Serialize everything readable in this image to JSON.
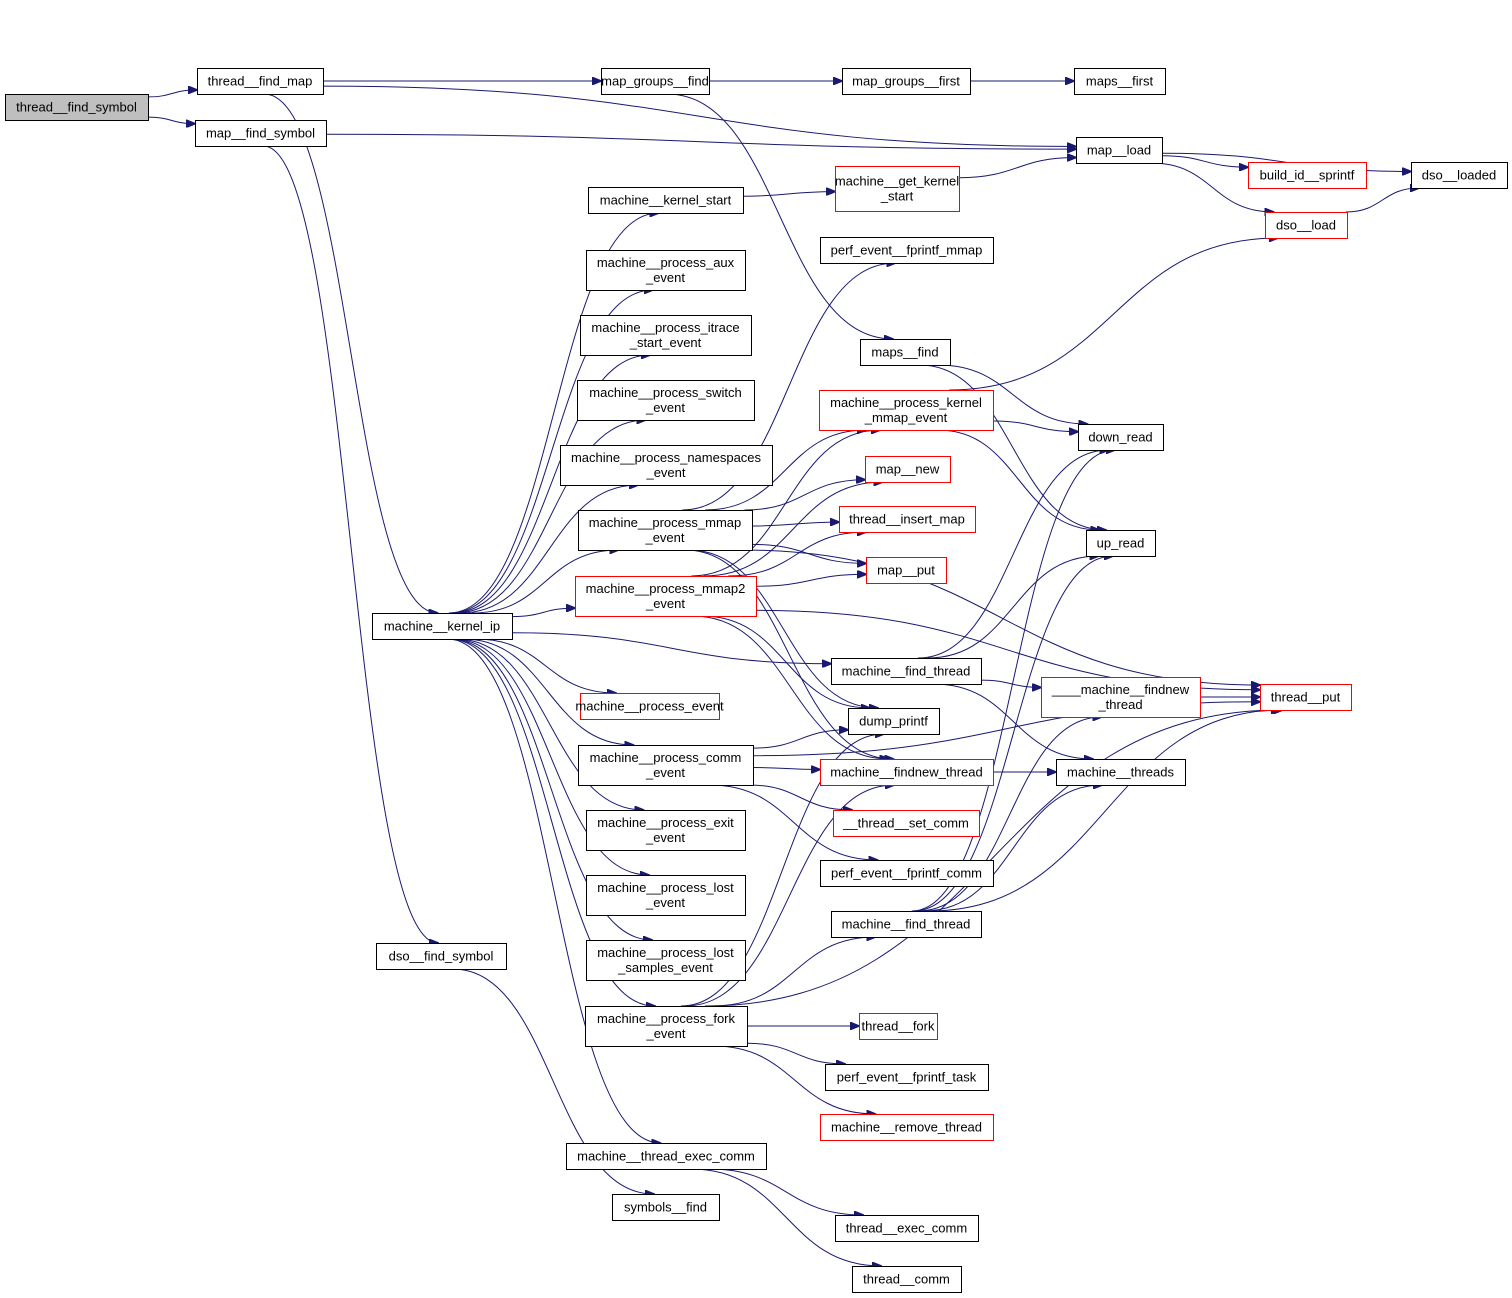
{
  "graph": {
    "title": "Call graph of thread__find_symbol",
    "colors": {
      "edge": "#191970",
      "default_border": "#000000",
      "undocumented_border": "#ff0000",
      "root_fill": "#bfbfbf"
    },
    "nodes": [
      {
        "id": "thread__find_symbol",
        "lines": [
          "thread__find_symbol"
        ],
        "style": "root"
      },
      {
        "id": "thread__find_map",
        "lines": [
          "thread__find_map"
        ],
        "style": "normal"
      },
      {
        "id": "map__find_symbol",
        "lines": [
          "map__find_symbol"
        ],
        "style": "normal"
      },
      {
        "id": "map_groups__find",
        "lines": [
          "map_groups__find"
        ],
        "style": "normal"
      },
      {
        "id": "map_groups__first",
        "lines": [
          "map_groups__first"
        ],
        "style": "normal"
      },
      {
        "id": "maps__first",
        "lines": [
          "maps__first"
        ],
        "style": "normal"
      },
      {
        "id": "map__load",
        "lines": [
          "map__load"
        ],
        "style": "normal"
      },
      {
        "id": "dso__loaded",
        "lines": [
          "dso__loaded"
        ],
        "style": "normal"
      },
      {
        "id": "build_id__sprintf",
        "lines": [
          "build_id__sprintf"
        ],
        "style": "red"
      },
      {
        "id": "dso__load",
        "lines": [
          "dso__load"
        ],
        "style": "red"
      },
      {
        "id": "machine__kernel_start",
        "lines": [
          "machine__kernel_start"
        ],
        "style": "normal"
      },
      {
        "id": "machine__get_kernel_start",
        "lines": [
          "machine__get_kernel",
          "_start"
        ],
        "style": "red"
      },
      {
        "id": "perf_event__fprintf_mmap",
        "lines": [
          "perf_event__fprintf_mmap"
        ],
        "style": "normal"
      },
      {
        "id": "machine__process_aux_event",
        "lines": [
          "machine__process_aux",
          "_event"
        ],
        "style": "normal"
      },
      {
        "id": "machine__process_itrace_start_event",
        "lines": [
          "machine__process_itrace",
          "_start_event"
        ],
        "style": "normal"
      },
      {
        "id": "maps__find",
        "lines": [
          "maps__find"
        ],
        "style": "normal"
      },
      {
        "id": "machine__process_switch_event",
        "lines": [
          "machine__process_switch",
          "_event"
        ],
        "style": "normal"
      },
      {
        "id": "machine__process_kernel_mmap_event",
        "lines": [
          "machine__process_kernel",
          "_mmap_event"
        ],
        "style": "red"
      },
      {
        "id": "down_read",
        "lines": [
          "down_read"
        ],
        "style": "normal"
      },
      {
        "id": "machine__process_namespaces_event",
        "lines": [
          "machine__process_namespaces",
          "_event"
        ],
        "style": "normal"
      },
      {
        "id": "map__new",
        "lines": [
          "map__new"
        ],
        "style": "red"
      },
      {
        "id": "machine__process_mmap_event",
        "lines": [
          "machine__process_mmap",
          "_event"
        ],
        "style": "normal"
      },
      {
        "id": "thread__insert_map",
        "lines": [
          "thread__insert_map"
        ],
        "style": "red"
      },
      {
        "id": "up_read",
        "lines": [
          "up_read"
        ],
        "style": "normal"
      },
      {
        "id": "map__put",
        "lines": [
          "map__put"
        ],
        "style": "red"
      },
      {
        "id": "machine__process_mmap2_event",
        "lines": [
          "machine__process_mmap2",
          "_event"
        ],
        "style": "red"
      },
      {
        "id": "machine__kernel_ip",
        "lines": [
          "machine__kernel_ip"
        ],
        "style": "normal"
      },
      {
        "id": "machine__find_thread_a",
        "lines": [
          "machine__find_thread"
        ],
        "style": "normal"
      },
      {
        "id": "____machine__findnew_thread",
        "lines": [
          "____machine__findnew",
          "_thread"
        ],
        "style": "red"
      },
      {
        "id": "thread__put",
        "lines": [
          "thread__put"
        ],
        "style": "red"
      },
      {
        "id": "machine__process_event",
        "lines": [
          "machine__process_event"
        ],
        "style": "red"
      },
      {
        "id": "dump_printf",
        "lines": [
          "dump_printf"
        ],
        "style": "normal"
      },
      {
        "id": "machine__process_comm_event",
        "lines": [
          "machine__process_comm",
          "_event"
        ],
        "style": "normal"
      },
      {
        "id": "machine__findnew_thread",
        "lines": [
          "machine__findnew_thread"
        ],
        "style": "red"
      },
      {
        "id": "machine__threads",
        "lines": [
          "machine__threads"
        ],
        "style": "normal"
      },
      {
        "id": "machine__process_exit_event",
        "lines": [
          "machine__process_exit",
          "_event"
        ],
        "style": "normal"
      },
      {
        "id": "__thread__set_comm",
        "lines": [
          "__thread__set_comm"
        ],
        "style": "red"
      },
      {
        "id": "perf_event__fprintf_comm",
        "lines": [
          "perf_event__fprintf_comm"
        ],
        "style": "normal"
      },
      {
        "id": "machine__process_lost_event",
        "lines": [
          "machine__process_lost",
          "_event"
        ],
        "style": "normal"
      },
      {
        "id": "machine__find_thread_b",
        "lines": [
          "machine__find_thread"
        ],
        "style": "normal"
      },
      {
        "id": "dso__find_symbol",
        "lines": [
          "dso__find_symbol"
        ],
        "style": "normal"
      },
      {
        "id": "machine__process_lost_samples_event",
        "lines": [
          "machine__process_lost",
          "_samples_event"
        ],
        "style": "normal"
      },
      {
        "id": "machine__process_fork_event",
        "lines": [
          "machine__process_fork",
          "_event"
        ],
        "style": "normal"
      },
      {
        "id": "thread__fork",
        "lines": [
          "thread__fork"
        ],
        "style": "red"
      },
      {
        "id": "perf_event__fprintf_task",
        "lines": [
          "perf_event__fprintf_task"
        ],
        "style": "normal"
      },
      {
        "id": "machine__remove_thread",
        "lines": [
          "machine__remove_thread"
        ],
        "style": "red"
      },
      {
        "id": "machine__thread_exec_comm",
        "lines": [
          "machine__thread_exec_comm"
        ],
        "style": "normal"
      },
      {
        "id": "symbols__find",
        "lines": [
          "symbols__find"
        ],
        "style": "normal"
      },
      {
        "id": "thread__exec_comm",
        "lines": [
          "thread__exec_comm"
        ],
        "style": "normal"
      },
      {
        "id": "thread__comm",
        "lines": [
          "thread__comm"
        ],
        "style": "normal"
      }
    ],
    "edges": [
      [
        "thread__find_symbol",
        "thread__find_map"
      ],
      [
        "thread__find_symbol",
        "map__find_symbol"
      ],
      [
        "thread__find_map",
        "map_groups__find"
      ],
      [
        "thread__find_map",
        "map__load"
      ],
      [
        "thread__find_map",
        "machine__kernel_ip"
      ],
      [
        "map__find_symbol",
        "map__load"
      ],
      [
        "map__find_symbol",
        "dso__find_symbol"
      ],
      [
        "map_groups__find",
        "map_groups__first"
      ],
      [
        "map_groups__find",
        "maps__find"
      ],
      [
        "map_groups__first",
        "maps__first"
      ],
      [
        "map__load",
        "dso__loaded"
      ],
      [
        "map__load",
        "build_id__sprintf"
      ],
      [
        "map__load",
        "dso__load"
      ],
      [
        "dso__load",
        "dso__loaded"
      ],
      [
        "machine__kernel_start",
        "machine__get_kernel_start"
      ],
      [
        "machine__get_kernel_start",
        "map__load"
      ],
      [
        "maps__find",
        "down_read"
      ],
      [
        "maps__find",
        "up_read"
      ],
      [
        "machine__process_kernel_mmap_event",
        "dso__load"
      ],
      [
        "machine__process_kernel_mmap_event",
        "down_read"
      ],
      [
        "machine__process_kernel_mmap_event",
        "up_read"
      ],
      [
        "machine__process_mmap_event",
        "perf_event__fprintf_mmap"
      ],
      [
        "machine__process_mmap_event",
        "machine__process_kernel_mmap_event"
      ],
      [
        "machine__process_mmap_event",
        "map__new"
      ],
      [
        "machine__process_mmap_event",
        "thread__insert_map"
      ],
      [
        "machine__process_mmap_event",
        "map__put"
      ],
      [
        "machine__process_mmap_event",
        "thread__put"
      ],
      [
        "machine__process_mmap_event",
        "dump_printf"
      ],
      [
        "machine__process_mmap_event",
        "machine__findnew_thread"
      ],
      [
        "machine__process_mmap2_event",
        "machine__process_kernel_mmap_event"
      ],
      [
        "machine__process_mmap2_event",
        "map__new"
      ],
      [
        "machine__process_mmap2_event",
        "thread__insert_map"
      ],
      [
        "machine__process_mmap2_event",
        "map__put"
      ],
      [
        "machine__process_mmap2_event",
        "thread__put"
      ],
      [
        "machine__process_mmap2_event",
        "dump_printf"
      ],
      [
        "machine__process_mmap2_event",
        "machine__findnew_thread"
      ],
      [
        "machine__kernel_ip",
        "machine__kernel_start"
      ],
      [
        "machine__kernel_ip",
        "machine__process_aux_event"
      ],
      [
        "machine__kernel_ip",
        "machine__process_itrace_start_event"
      ],
      [
        "machine__kernel_ip",
        "machine__process_switch_event"
      ],
      [
        "machine__kernel_ip",
        "machine__process_namespaces_event"
      ],
      [
        "machine__kernel_ip",
        "machine__process_mmap_event"
      ],
      [
        "machine__kernel_ip",
        "machine__process_mmap2_event"
      ],
      [
        "machine__kernel_ip",
        "machine__find_thread_a"
      ],
      [
        "machine__kernel_ip",
        "machine__process_event"
      ],
      [
        "machine__kernel_ip",
        "machine__process_comm_event"
      ],
      [
        "machine__kernel_ip",
        "machine__process_exit_event"
      ],
      [
        "machine__kernel_ip",
        "machine__process_lost_event"
      ],
      [
        "machine__kernel_ip",
        "machine__process_lost_samples_event"
      ],
      [
        "machine__kernel_ip",
        "machine__process_fork_event"
      ],
      [
        "machine__kernel_ip",
        "machine__thread_exec_comm"
      ],
      [
        "machine__find_thread_a",
        "down_read"
      ],
      [
        "machine__find_thread_a",
        "up_read"
      ],
      [
        "machine__find_thread_a",
        "____machine__findnew_thread"
      ],
      [
        "machine__find_thread_a",
        "machine__threads"
      ],
      [
        "____machine__findnew_thread",
        "thread__put"
      ],
      [
        "machine__process_comm_event",
        "dump_printf"
      ],
      [
        "machine__process_comm_event",
        "machine__findnew_thread"
      ],
      [
        "machine__process_comm_event",
        "__thread__set_comm"
      ],
      [
        "machine__process_comm_event",
        "perf_event__fprintf_comm"
      ],
      [
        "machine__process_comm_event",
        "thread__put"
      ],
      [
        "machine__findnew_thread",
        "machine__threads"
      ],
      [
        "machine__find_thread_b",
        "down_read"
      ],
      [
        "machine__find_thread_b",
        "up_read"
      ],
      [
        "machine__find_thread_b",
        "____machine__findnew_thread"
      ],
      [
        "machine__find_thread_b",
        "machine__threads"
      ],
      [
        "machine__find_thread_b",
        "thread__put"
      ],
      [
        "machine__process_fork_event",
        "machine__find_thread_b"
      ],
      [
        "machine__process_fork_event",
        "dump_printf"
      ],
      [
        "machine__process_fork_event",
        "machine__findnew_thread"
      ],
      [
        "machine__process_fork_event",
        "thread__fork"
      ],
      [
        "machine__process_fork_event",
        "perf_event__fprintf_task"
      ],
      [
        "machine__process_fork_event",
        "machine__remove_thread"
      ],
      [
        "machine__process_fork_event",
        "thread__put"
      ],
      [
        "dso__find_symbol",
        "symbols__find"
      ],
      [
        "machine__thread_exec_comm",
        "thread__exec_comm"
      ],
      [
        "machine__thread_exec_comm",
        "thread__comm"
      ]
    ]
  }
}
